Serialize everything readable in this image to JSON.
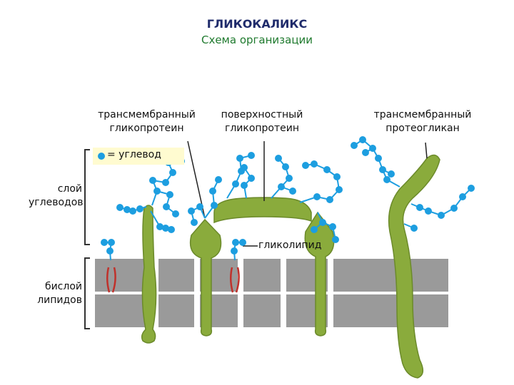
{
  "title": "ГЛИКОКАЛИКС",
  "subtitle": "Схема организации",
  "labels": {
    "transmembrane_glycoprotein": "трансмембранный\nгликопротеин",
    "surface_glycoprotein": "поверхностный\nгликопротеин",
    "transmembrane_proteoglycan": "трансмембранный\nпротеогликан",
    "glycolipid": "гликолипид",
    "carbohydrate_layer": "слой\nуглеводов",
    "lipid_bilayer": "бислой\nлипидов"
  },
  "legend": {
    "symbol_text": "= углевод"
  },
  "colors": {
    "protein_green": "#8aab3c",
    "protein_dark": "#6b8a2a",
    "sugar_blue": "#1d9ee0",
    "membrane_gray": "#9a9a9a",
    "lipid_tail_red": "#c0312b",
    "legend_bg": "#fffbd0",
    "title_navy": "#1f2b6b",
    "subtitle_green": "#1f7a2e"
  }
}
